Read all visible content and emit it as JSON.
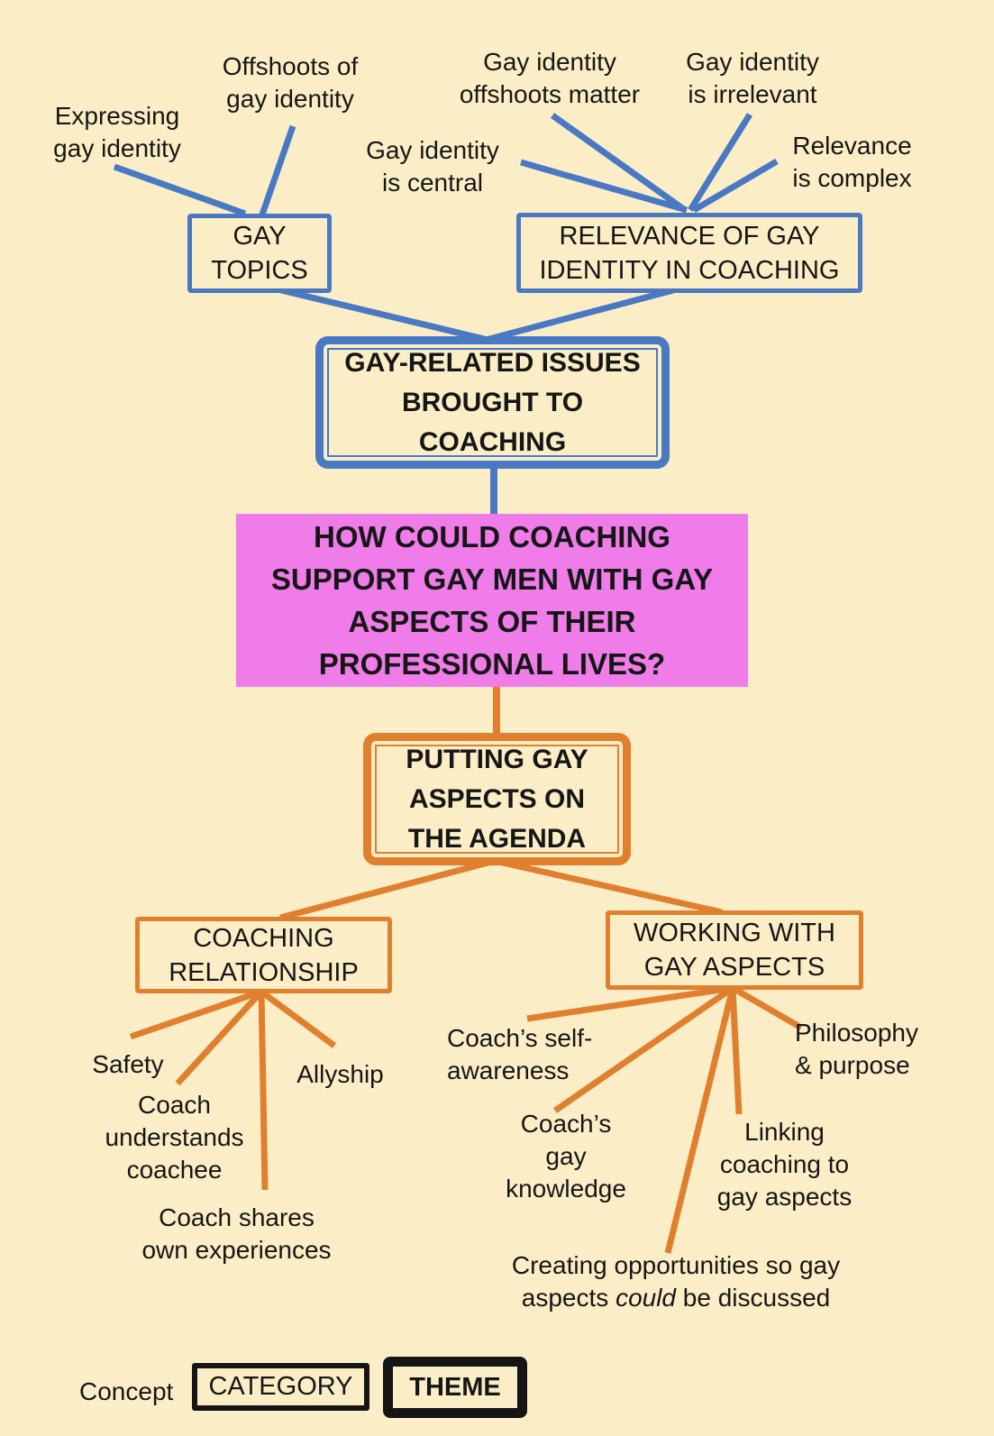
{
  "colors": {
    "background": "#fbeec7",
    "blue": "#4a79c4",
    "orange": "#e0802f",
    "pink": "#ef7ce9",
    "text": "#161616",
    "legend_border": "#151515"
  },
  "concepts": {
    "expressing": "Expressing\ngay identity",
    "offshoots": "Offshoots of\ngay identity",
    "central": "Gay identity\nis central",
    "offshoots_matter": "Gay identity\noffshoots matter",
    "irrelevant": "Gay identity\nis irrelevant",
    "complex": "Relevance\nis complex",
    "safety": "Safety",
    "understands": "Coach\nunderstands\ncoachee",
    "allyship": "Allyship",
    "shares": "Coach shares\nown experiences",
    "self_awareness": "Coach’s self-\nawareness",
    "gay_knowledge": "Coach’s\ngay\nknowledge",
    "philosophy": "Philosophy\n& purpose",
    "linking": "Linking\ncoaching to\ngay aspects",
    "creating": {
      "pre": "Creating opportunities so gay\naspects ",
      "italic": "could",
      "post": " be discussed"
    }
  },
  "categories": {
    "gay_topics": "GAY\nTOPICS",
    "relevance": "RELEVANCE OF GAY\nIDENTITY IN COACHING",
    "coaching_relationship": "COACHING\nRELATIONSHIP",
    "working_with_gay_aspects": "WORKING WITH\nGAY ASPECTS"
  },
  "themes": {
    "gay_related_issues": "GAY-RELATED ISSUES\nBROUGHT TO\nCOACHING",
    "putting_gay_aspects": "PUTTING GAY\nASPECTS ON\nTHE AGENDA"
  },
  "question": "HOW COULD COACHING\nSUPPORT GAY MEN WITH GAY\nASPECTS OF THEIR\nPROFESSIONAL LIVES?",
  "legend": {
    "concept_label": "Concept",
    "category_label": "CATEGORY",
    "theme_label": "THEME"
  }
}
